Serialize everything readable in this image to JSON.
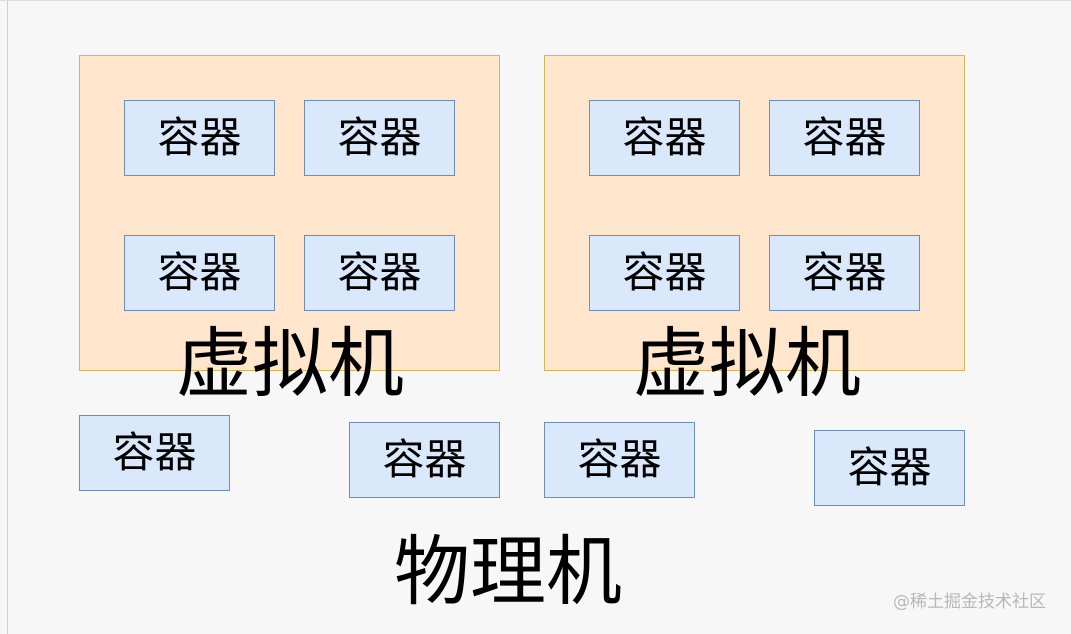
{
  "diagram": {
    "host_label": "物理机",
    "virtual_machines": [
      {
        "label": "虚拟机",
        "containers": [
          "容器",
          "容器",
          "容器",
          "容器"
        ]
      },
      {
        "label": "虚拟机",
        "containers": [
          "容器",
          "容器",
          "容器",
          "容器"
        ]
      }
    ],
    "host_containers": [
      "容器",
      "容器",
      "容器",
      "容器"
    ]
  },
  "watermark": "@稀土掘金技术社区",
  "colors": {
    "vm_fill": "#ffe6cc",
    "vm_border": "#d6b656",
    "container_fill": "#dae8fc",
    "container_border": "#6c8ebf",
    "background": "#f7f7f7"
  }
}
